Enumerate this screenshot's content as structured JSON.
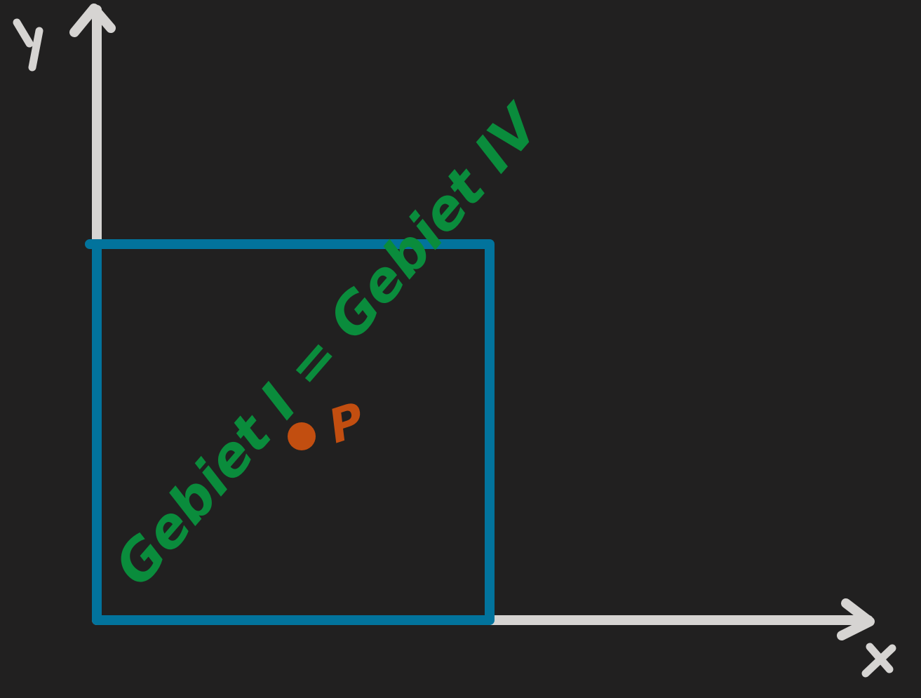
{
  "diagram": {
    "axes": {
      "x_label": "x",
      "y_label": "y"
    },
    "region_label": "Gebiet I = Gebiet IV",
    "point_label": "P",
    "colors": {
      "background": "#212020",
      "axis": "#d6d4d2",
      "square": "#02739c",
      "region_label": "#0a8c3c",
      "point": "#c24e10"
    }
  }
}
